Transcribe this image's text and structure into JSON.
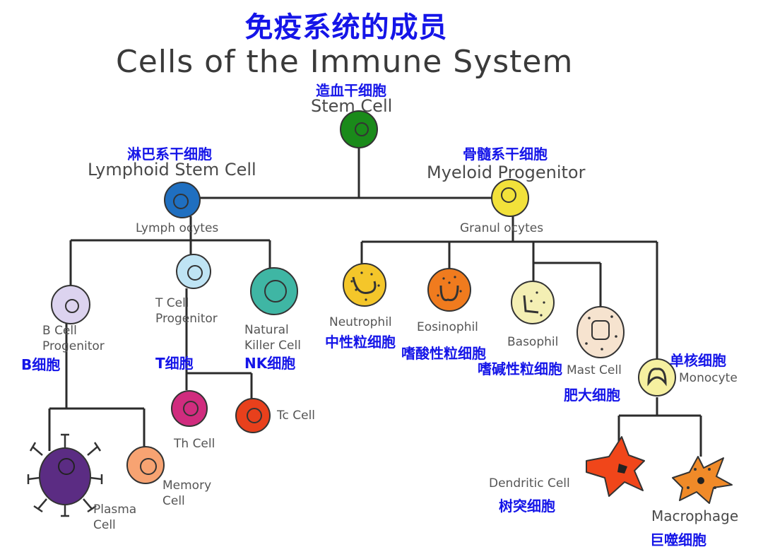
{
  "title_cn": "免疫系统的成员",
  "title_en": "Cells of the Immune System",
  "colors": {
    "cn_label": "#1515e8",
    "stem": "#1a8a1a",
    "lymphoid": "#1f6fc0",
    "myeloid": "#f2e13a",
    "b_progenitor": "#dcd3ef",
    "t_progenitor": "#bfe4f4",
    "nk": "#3fb6a4",
    "neutrophil": "#f4c62a",
    "eosinophil": "#f07b1e",
    "basophil": "#f4efb4",
    "mast": "#f6e3cf",
    "monocyte": "#f6f0a0",
    "plasma": "#5b2c83",
    "memory": "#f7a372",
    "th": "#d02c7e",
    "tc": "#e8401c",
    "dendritic": "#f0461a",
    "macrophage": "#f08a28"
  },
  "nodes": {
    "stem": {
      "cn": "造血干细胞",
      "en": "Stem Cell"
    },
    "lymphoid": {
      "cn": "淋巴系干细胞",
      "en": "Lymphoid Stem Cell"
    },
    "myeloid": {
      "cn": "骨髓系干细胞",
      "en": "Myeloid Progenitor"
    },
    "lymphocytes": {
      "en": "Lymph ocytes"
    },
    "granulocytes": {
      "en": "Granul ocytes"
    },
    "b_progenitor": {
      "cn": "B细胞",
      "en_line1": "B Cell",
      "en_line2": "Progenitor"
    },
    "t_progenitor": {
      "cn": "T细胞",
      "en_line1": "T Cell",
      "en_line2": "Progenitor"
    },
    "nk": {
      "cn": "NK细胞",
      "en_line1": "Natural",
      "en_line2": "Killer Cell"
    },
    "neutrophil": {
      "cn": "中性粒细胞",
      "en": "Neutrophil"
    },
    "eosinophil": {
      "cn": "嗜酸性粒细胞",
      "en": "Eosinophil"
    },
    "basophil": {
      "cn": "嗜碱性粒细胞",
      "en": "Basophil"
    },
    "mast": {
      "cn": "肥大细胞",
      "en": "Mast Cell"
    },
    "monocyte": {
      "cn": "单核细胞",
      "en": "Monocyte"
    },
    "plasma": {
      "en_line1": "Plasma",
      "en_line2": "Cell"
    },
    "memory": {
      "en_line1": "Memory",
      "en_line2": "Cell"
    },
    "th": {
      "en": "Th Cell"
    },
    "tc": {
      "en": "Tc Cell"
    },
    "dendritic": {
      "cn": "树突细胞",
      "en": "Dendritic Cell"
    },
    "macrophage": {
      "cn": "巨噬细胞",
      "en": "Macrophage"
    }
  }
}
